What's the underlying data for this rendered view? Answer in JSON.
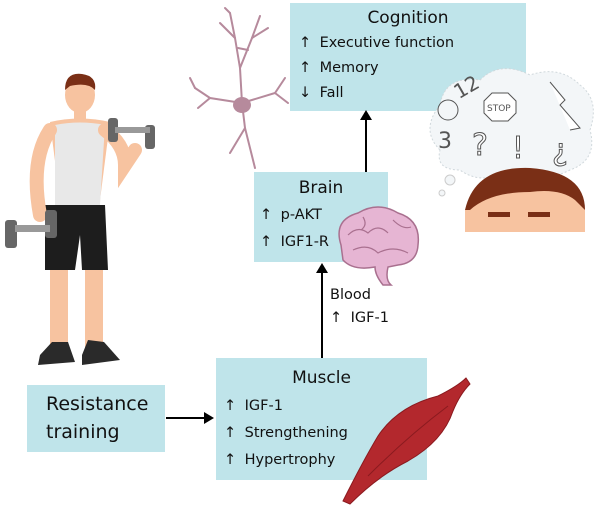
{
  "cognition": {
    "title": "Cognition",
    "items": [
      {
        "dir": "↑",
        "label": "Executive function"
      },
      {
        "dir": "↑",
        "label": "Memory"
      },
      {
        "dir": "↓",
        "label": "Fall"
      }
    ]
  },
  "brain": {
    "title": "Brain",
    "items": [
      {
        "dir": "↑",
        "label": "p-AKT"
      },
      {
        "dir": "↑",
        "label": "IGF1-R"
      }
    ]
  },
  "blood": {
    "title": "Blood",
    "items": [
      {
        "dir": "↑",
        "label": "IGF-1"
      }
    ]
  },
  "muscle": {
    "title": "Muscle",
    "items": [
      {
        "dir": "↑",
        "label": "IGF-1"
      },
      {
        "dir": "↑",
        "label": "Strengthening"
      },
      {
        "dir": "↑",
        "label": "Hypertrophy"
      }
    ]
  },
  "resistance": {
    "line1": "Resistance",
    "line2": "training"
  },
  "thought_symbols": {
    "clock_number": "12",
    "number": "3",
    "stop": "STOP",
    "question": "?",
    "exclaim": "!",
    "inv_question": "¿"
  },
  "colors": {
    "box": "#bfe4ea",
    "muscle": "#b3282d",
    "brain": "#e6b5d3",
    "neuron": "#b68a9c",
    "skin": "#f7c3a0",
    "hair": "#7a2f16"
  }
}
